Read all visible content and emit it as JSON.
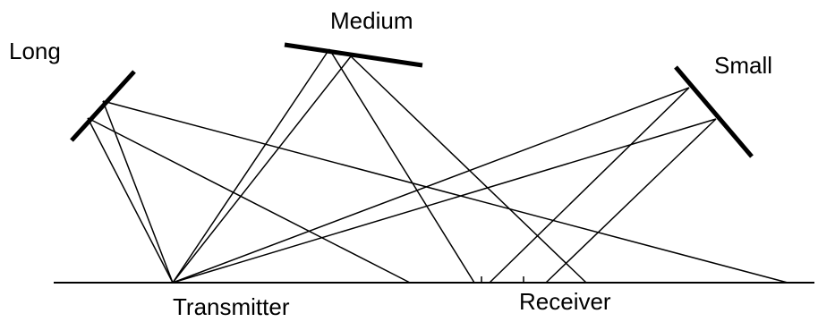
{
  "labels": {
    "long": "Long",
    "medium": "Medium",
    "small": "Small",
    "transmitter": "Transmitter",
    "receiver": "Receiver"
  },
  "colors": {
    "line": "#000000",
    "background": "#ffffff"
  }
}
